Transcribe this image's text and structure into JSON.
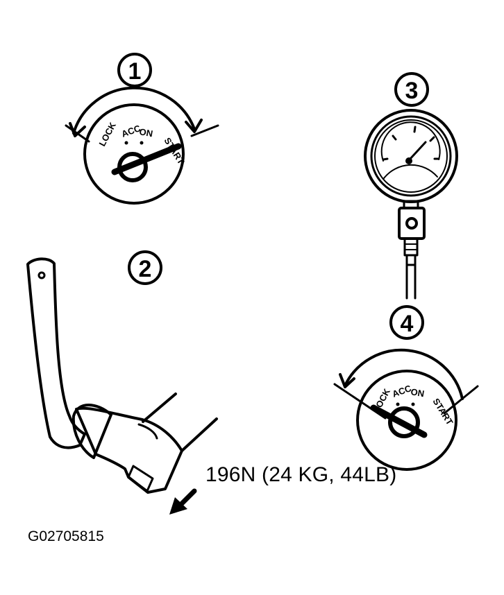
{
  "callouts": [
    "1",
    "2",
    "3",
    "4"
  ],
  "dial_scale": [
    "LOCK",
    "ACC",
    "ON",
    "START"
  ],
  "force_label": "196N (24 KG, 44LB)",
  "figure_id": "G02705815",
  "icons": {
    "switch_dial": "ignition-switch-icon",
    "gauge": "pressure-gauge-icon",
    "pedal": "brake-pedal-icon",
    "arrow": "down-left-arrow-icon"
  },
  "colors": {
    "ink": "#000000",
    "background": "#ffffff"
  }
}
